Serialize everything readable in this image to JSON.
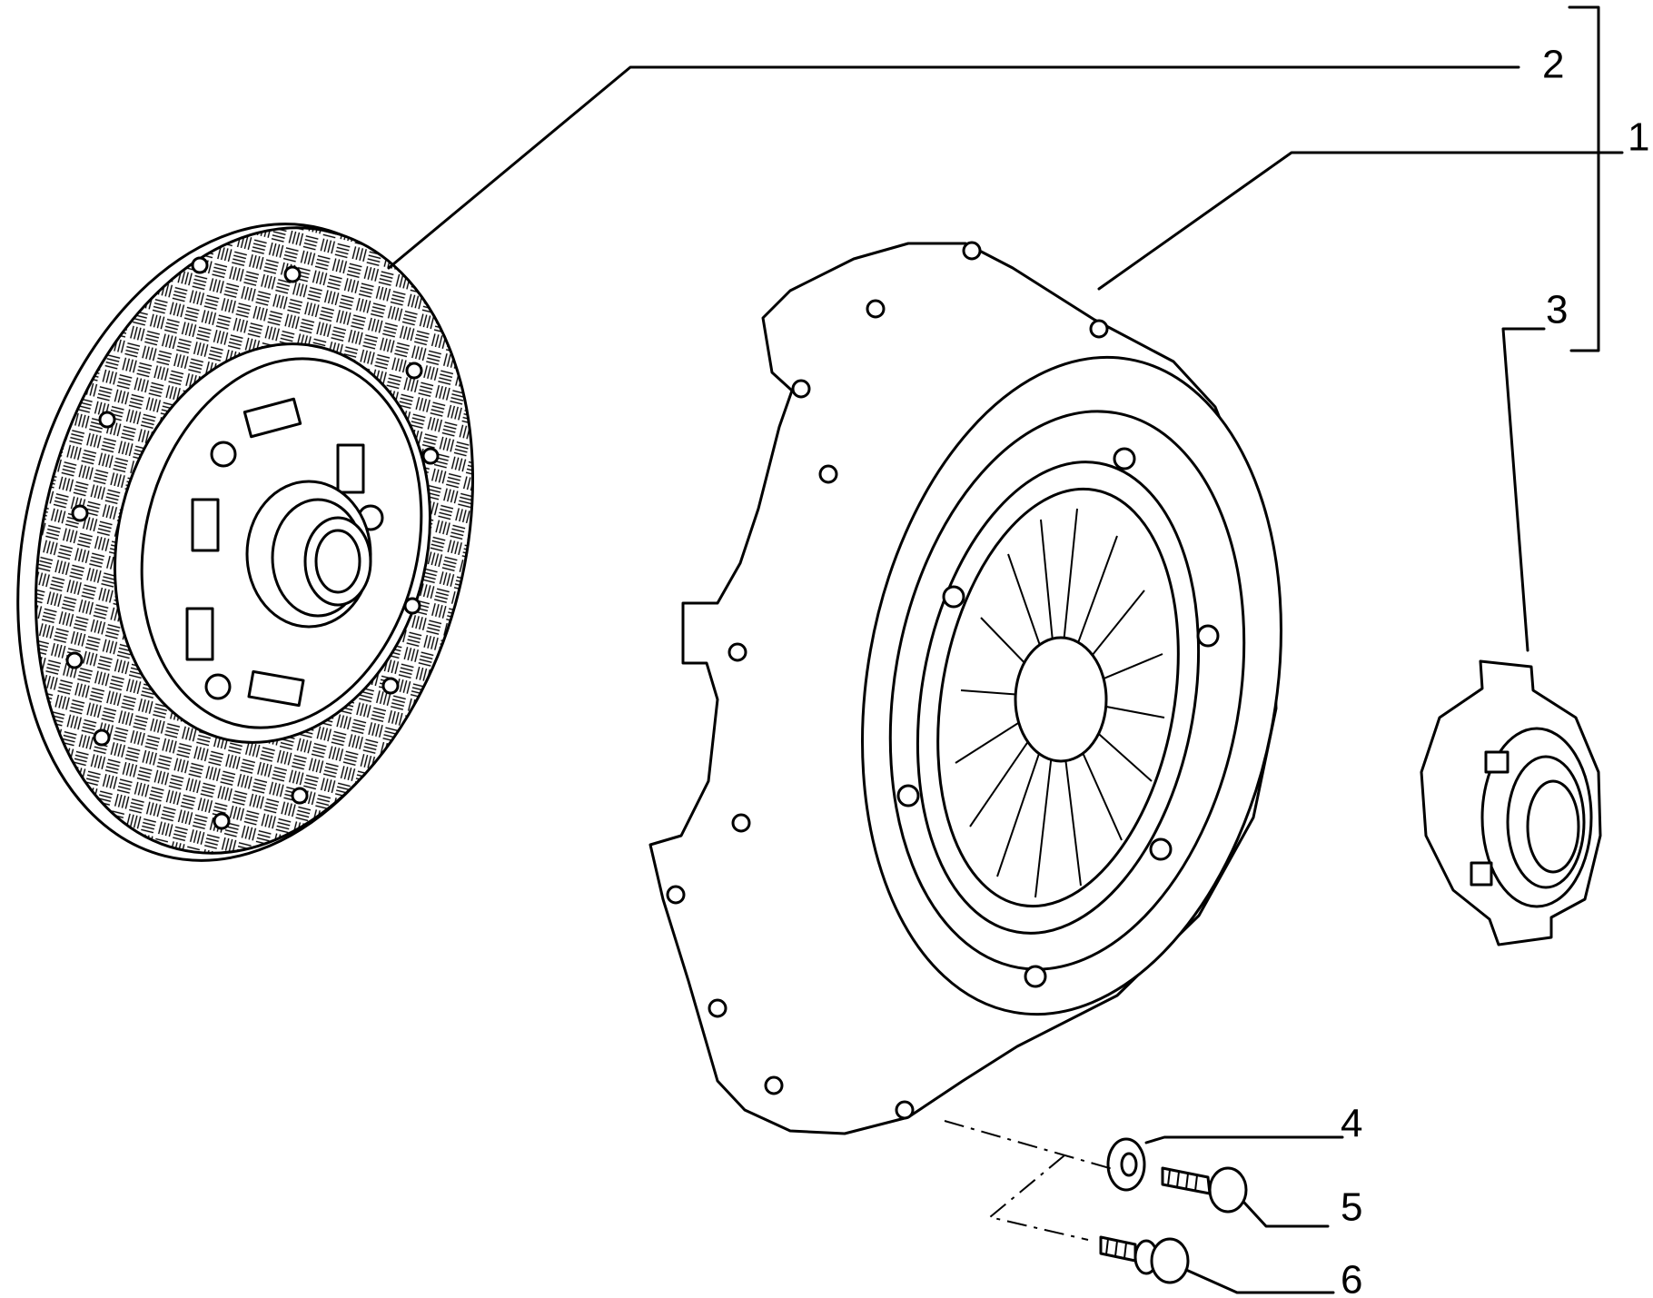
{
  "callouts": [
    {
      "id": "2",
      "label": "2"
    },
    {
      "id": "1",
      "label": "1"
    },
    {
      "id": "3",
      "label": "3"
    },
    {
      "id": "4",
      "label": "4"
    },
    {
      "id": "5",
      "label": "5"
    },
    {
      "id": "6",
      "label": "6"
    }
  ]
}
